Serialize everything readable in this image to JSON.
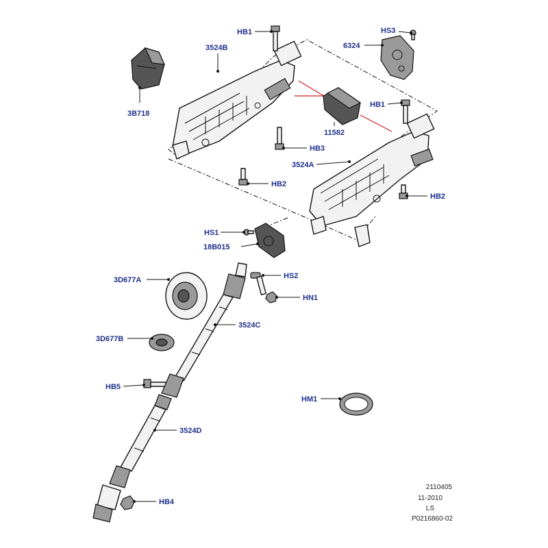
{
  "diagram": {
    "background": "#ffffff",
    "label_color": "#1f2f8c",
    "highlight_color": "#d02020",
    "labels": {
      "hb1_top": "HB1",
      "hs3": "HS3",
      "p3524b": "3524B",
      "p6324": "6324",
      "p3b718": "3B718",
      "hb1_right": "HB1",
      "p11582": "11582",
      "hb3": "HB3",
      "p3524a": "3524A",
      "hb2_left": "HB2",
      "hb2_right": "HB2",
      "hs1": "HS1",
      "p18b015": "18B015",
      "p3d677a": "3D677A",
      "hs2": "HS2",
      "hn1": "HN1",
      "p3524c": "3524C",
      "p3d677b": "3D677B",
      "hb5": "HB5",
      "hm1": "HM1",
      "p3524d": "3524D",
      "hb4": "HB4"
    },
    "meta": {
      "code": "2110405",
      "date": "11-2010",
      "ls": "LS",
      "ref": "P0216860-02"
    }
  }
}
